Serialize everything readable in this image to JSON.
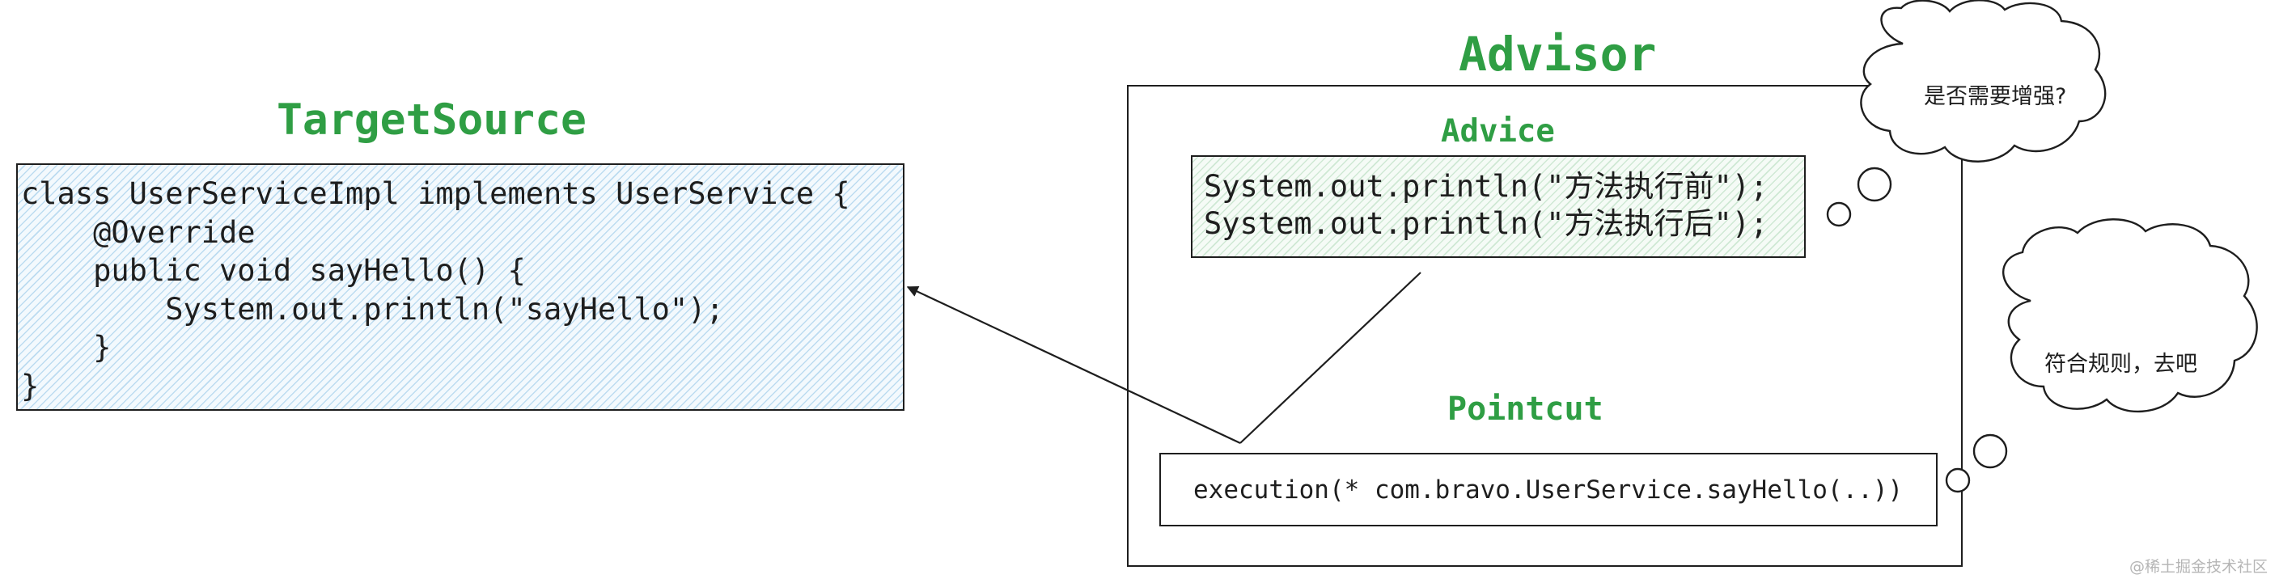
{
  "target_source": {
    "title": "TargetSource",
    "code": "class UserServiceImpl implements UserService {\n    @Override\n    public void sayHello() {\n        System.out.println(\"sayHello\");\n    }\n}"
  },
  "advisor": {
    "title": "Advisor",
    "advice": {
      "title": "Advice",
      "code": "System.out.println(\"方法执行前\");\nSystem.out.println(\"方法执行后\");"
    },
    "pointcut": {
      "title": "Pointcut",
      "expression": "execution(* com.bravo.UserService.sayHello(..))"
    }
  },
  "bubbles": {
    "question": "是否需要增强?",
    "answer": "符合规则，去吧"
  },
  "watermark": "@稀土掘金技术社区",
  "colors": {
    "title_green": "#2f9e44",
    "target_fill": "#a5d8ff",
    "advice_fill": "#b2f2bb",
    "stroke": "#1e1e1e"
  }
}
